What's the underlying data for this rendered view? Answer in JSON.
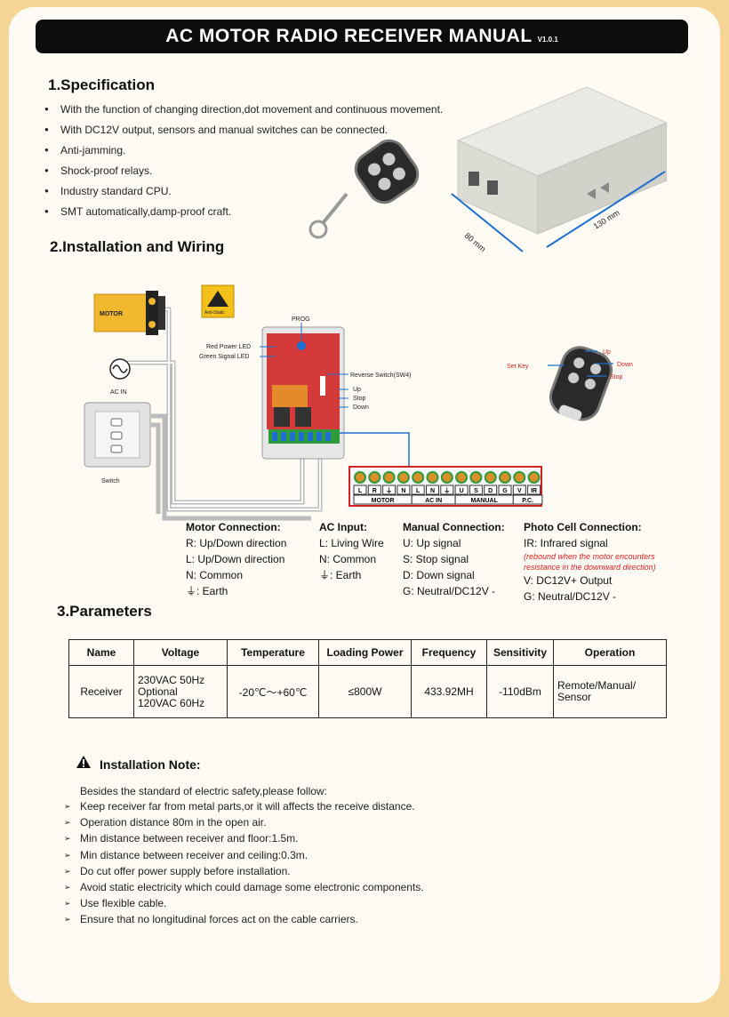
{
  "header": {
    "title": "AC MOTOR RADIO RECEIVER MANUAL",
    "version": "V1.0.1"
  },
  "specification": {
    "heading": "1.Specification",
    "items": [
      "With the function of changing direction,dot movement and continuous movement.",
      "With DC12V output, sensors and manual switches can be connected.",
      "Anti-jamming.",
      "Shock-proof relays.",
      "Industry standard CPU.",
      "SMT automatically,damp-proof craft."
    ],
    "dim_width": "80 mm",
    "dim_length": "130 mm"
  },
  "installation": {
    "heading": "2.Installation and Wiring",
    "motor_label": "MOTOR",
    "anti_static": "Anti-Static",
    "ac_in_label": "AC IN",
    "switch_label": "Switch",
    "prog_label": "PROG",
    "red_led": "Red Power LED",
    "green_led": "Green Signal LED",
    "reverse_switch": "Reverse Switch(SW4)",
    "up": "Up",
    "stop": "Stop",
    "down": "Down",
    "remote_set_key": "Set Key",
    "remote_up": "Up",
    "remote_down": "Down",
    "remote_stop": "Stop",
    "terminals": [
      "L",
      "R",
      "⏚",
      "N",
      "L",
      "N",
      "⏚",
      "U",
      "S",
      "D",
      "G",
      "V",
      "IR"
    ],
    "terminal_groups": [
      "MOTOR",
      "AC IN",
      "MANUAL",
      "P.C."
    ]
  },
  "connections": {
    "motor": {
      "heading": "Motor Connection:",
      "lines": [
        "R: Up/Down direction",
        "L: Up/Down direction",
        "N: Common",
        "⏚: Earth"
      ]
    },
    "ac": {
      "heading": "AC Input:",
      "lines": [
        "L: Living Wire",
        "N: Common",
        "⏚: Earth"
      ]
    },
    "manual": {
      "heading": "Manual Connection:",
      "lines": [
        "U: Up signal",
        "S: Stop signal",
        "D: Down signal",
        "G: Neutral/DC12V -"
      ]
    },
    "photo": {
      "heading": "Photo Cell Connection:",
      "line1": "IR: Infrared signal",
      "note": "(rebound when the motor encounters resistance in the downward direction)",
      "line2": "V: DC12V+ Output",
      "line3": "G: Neutral/DC12V -"
    }
  },
  "parameters": {
    "heading": "3.Parameters",
    "headers": [
      "Name",
      "Voltage",
      "Temperature",
      "Loading Power",
      "Frequency",
      "Sensitivity",
      "Operation"
    ],
    "row": {
      "name": "Receiver",
      "voltage_1": "230VAC 50Hz",
      "voltage_2": "Optional",
      "voltage_3": "120VAC 60Hz",
      "temperature": "-20℃～+60℃",
      "power": "≤800W",
      "frequency": "433.92MH",
      "sensitivity": "-110dBm",
      "operation_1": "Remote/Manual/",
      "operation_2": "Sensor"
    }
  },
  "notes": {
    "heading": "Installation Note:",
    "intro": "Besides the standard of electric safety,please follow:",
    "items": [
      "Keep receiver far from metal parts,or it will affects the receive distance.",
      "Operation distance 80m in the open air.",
      "Min distance between receiver and floor:1.5m.",
      "Min distance between receiver and ceiling:0.3m.",
      "Do cut offer power supply before installation.",
      "Avoid static electricity which could damage some electronic components.",
      "Use flexible cable.",
      "Ensure that no longitudinal forces act on the cable carriers."
    ]
  },
  "colors": {
    "accent_red": "#d22222",
    "terminal_green": "#2e9b3a",
    "wire_blue": "#1f6fd1",
    "page_border": "#f6d596"
  }
}
